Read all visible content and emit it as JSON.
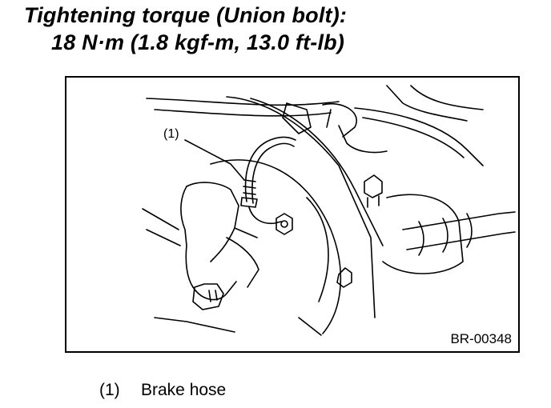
{
  "heading": {
    "line1": "Tightening torque (Union bolt):",
    "line2": "18 N·m (1.8 kgf-m, 13.0 ft-lb)"
  },
  "figure": {
    "code": "BR-00348",
    "callout": "(1)"
  },
  "legend": [
    {
      "num": "(1)",
      "label": "Brake hose"
    }
  ]
}
